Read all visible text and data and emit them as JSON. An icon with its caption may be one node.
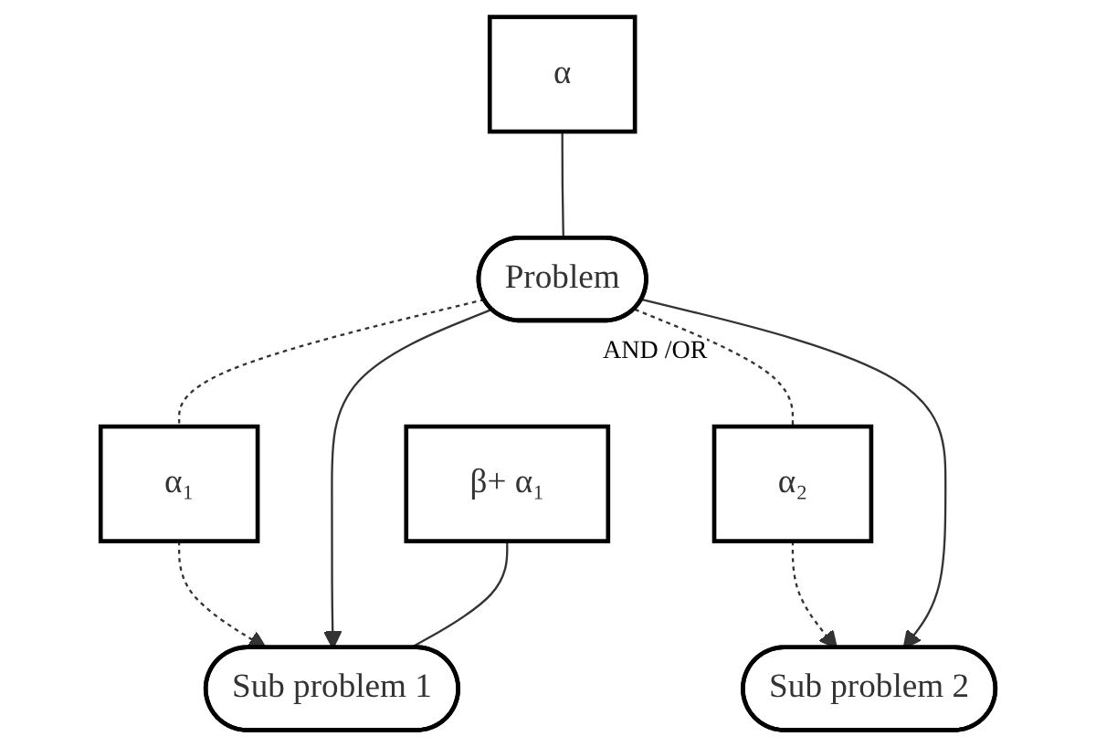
{
  "diagram": {
    "nodes": [
      {
        "text": [
          "α"
        ]
      },
      {
        "text": [
          "Problem"
        ]
      },
      {
        "text": [
          "α₁"
        ]
      },
      {
        "text": [
          "α₂"
        ]
      },
      {
        "text": [
          "Sub problem 1"
        ]
      },
      {
        "text": [
          "Sub problem 2"
        ]
      },
      {
        "text": [
          "β+ α₁"
        ]
      }
    ],
    "edges": [
      {
        "from": 0,
        "to": 1,
        "arrow": "none"
      },
      {
        "from": 1,
        "to": 2,
        "arrow": "none",
        "style": "dashed"
      },
      {
        "from": 2,
        "to": 4,
        "arrow": "to",
        "style": "dashed"
      },
      {
        "from": 1,
        "to": 3,
        "arrow": "none",
        "style": "dashed"
      },
      {
        "from": 3,
        "to": 5,
        "arrow": "to",
        "style": "dashed"
      },
      {
        "from": 1,
        "to": 4,
        "arrow": "to"
      },
      {
        "from": 1,
        "to": 5,
        "arrow": "to"
      },
      {
        "from": 6,
        "to": 4,
        "arrow": "none"
      }
    ],
    "labels": [
      "AND /OR"
    ]
  }
}
